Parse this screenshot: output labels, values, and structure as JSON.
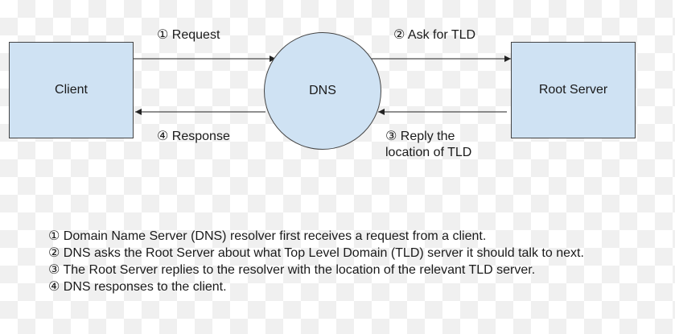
{
  "colors": {
    "node_fill": "#cfe2f3",
    "stroke": "#444444",
    "arrow": "#222222"
  },
  "nodes": {
    "client": "Client",
    "dns": "DNS",
    "root": "Root Server"
  },
  "edges": {
    "request": "① Request",
    "ask": "② Ask for TLD",
    "reply_line1": "③ Reply the",
    "reply_line2": "location of TLD",
    "response": "④ Response"
  },
  "notes": [
    "① Domain Name Server (DNS) resolver first receives a request from a client.",
    "② DNS asks the Root Server about what Top Level Domain (TLD) server it should talk to next.",
    "③ The Root Server replies to the resolver with the location of the relevant TLD server.",
    "④ DNS responses to the client."
  ]
}
